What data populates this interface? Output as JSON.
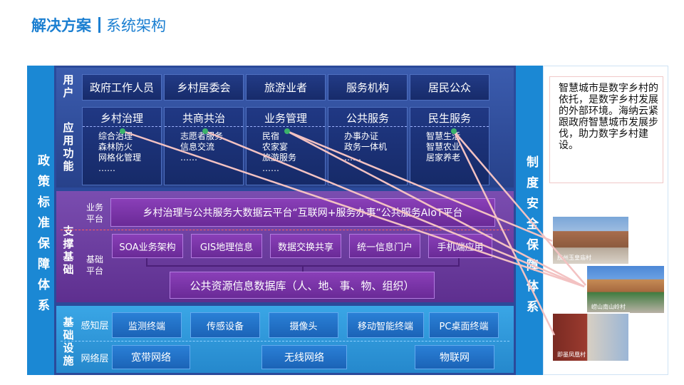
{
  "title": {
    "main": "解决方案",
    "sub": "系统架构"
  },
  "left_sidebar": "政策标准保障体系",
  "right_sidebar": "制度安全保障体系",
  "users": {
    "label": "用户",
    "items": [
      "政府工作人员",
      "乡村居委会",
      "旅游业者",
      "服务机构",
      "居民公众"
    ]
  },
  "functions": {
    "label": "应用功能",
    "items": [
      {
        "title": "乡村治理",
        "lines": "综合治理\n森林防火\n网格化管理\n……"
      },
      {
        "title": "共商共治",
        "lines": "志愿者服务\n信息交流\n……"
      },
      {
        "title": "业务管理",
        "lines": "民宿\n农家宴\n旅游服务\n……"
      },
      {
        "title": "公共服务",
        "lines": "办事办证\n政务一体机\n……"
      },
      {
        "title": "民生服务",
        "lines": "智慧生活\n智慧农业\n居家养老"
      }
    ]
  },
  "support": {
    "label": "支撑基础",
    "business_label": "业务平台",
    "business_platform": "乡村治理与公共服务大数据云平台“互联网+服务办事”公共服务AIoT平台",
    "base_label": "基础平台",
    "base_items": [
      "SOA业务架构",
      "GIS地理信息",
      "数据交换共享",
      "统一信息门户",
      "手机端应用"
    ],
    "database": "公共资源信息数据库（人、地、事、物、组织）"
  },
  "infrastructure": {
    "label": "基础设施",
    "perception_label": "感知层",
    "perception_items": [
      "监测终端",
      "传感设备",
      "摄像头",
      "移动智能终端",
      "PC桌面终端"
    ],
    "network_label": "网络层",
    "network_items": [
      "宽带网络",
      "无线网络",
      "物联网"
    ]
  },
  "note": "智慧城市是数字乡村的依托，是数字乡村发展的外部环境。海纳云紧跟政府智慧城市发展步伐，助力数字乡村建设。",
  "photos": [
    "胶州玉皇庙村",
    "崂山南山岭村",
    "即墨凤凰村"
  ],
  "colors": {
    "sidebar": "#1b88d4",
    "top_band": "#2b4a9a",
    "mid_band": "#6b3ca0",
    "bottom_band": "#2d9ad9",
    "cell_dark": "#1c3378",
    "purple_cell": "#7b35ad",
    "blue_cell": "#226fc7"
  }
}
